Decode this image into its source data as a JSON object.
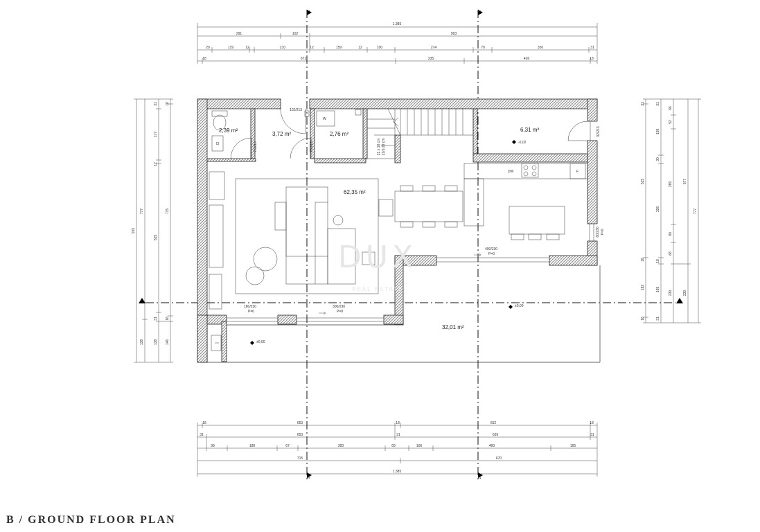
{
  "caption": "B / GROUND FLOOR PLAN",
  "watermark": {
    "main": "DUX",
    "sub": "REAL ESTATE"
  },
  "section_markers": {
    "a": "1",
    "b": "2"
  },
  "rooms": {
    "wc": "2,39 m²",
    "bath": "3,72 m²",
    "storage": "2,76 m²",
    "storage_letter": "W",
    "room_right": "6,31 m²",
    "living": "62,35 m²",
    "terrace": "32,01 m²"
  },
  "levels": {
    "room_right": "-0,02",
    "terrace_right": "±0,00",
    "terrace_left": "±0,00"
  },
  "openings": {
    "d1": "102/213",
    "d2": "76/213",
    "d3": "76/213",
    "d4": "92/213",
    "w_right": "60/230",
    "w_right_p": "P=0",
    "w_mid": "400/230",
    "w_mid_p": "P=0",
    "w_l1": "180/230",
    "w_l1_p": "P=0",
    "w_l2": "300/230",
    "w_l2_p": "P=0",
    "stair_a": "21 x 18 cm",
    "stair_b": "21/b 28 cm",
    "dw": "DW",
    "fridge": "F"
  },
  "top_dims": {
    "r1": [
      "1.385"
    ],
    "r2": [
      "291",
      "102",
      "993"
    ],
    "r3": [
      "20",
      "129",
      "12",
      "210",
      "12",
      "159",
      "12",
      "100",
      "274",
      "70",
      "326",
      "31"
    ],
    "r4": [
      "18",
      "671",
      "235",
      "426",
      "18"
    ]
  },
  "bottom_dims": {
    "r1": [
      "18",
      "653",
      "18",
      "652",
      "18"
    ],
    "r2": [
      "31",
      "653",
      "31",
      "639",
      "31"
    ],
    "r3": [
      "99",
      "180",
      "67",
      "300",
      "69",
      "106",
      "400",
      "165"
    ],
    "r4": [
      "715",
      "670"
    ],
    "r5": [
      "1.385"
    ]
  },
  "left_dims": {
    "outer": [
      "915"
    ],
    "c2": [
      "777",
      "138"
    ],
    "c3": [
      "31",
      "177",
      "12",
      "525",
      "31",
      "138"
    ],
    "c4": [
      "18",
      "715",
      "18",
      "146"
    ]
  },
  "right_dims": {
    "c1": [
      "31",
      "515",
      "18",
      "182",
      "18"
    ],
    "c2": [
      "31",
      "159",
      "30",
      "326",
      "18",
      "169",
      "31"
    ],
    "c3": [
      "66",
      "52",
      "289",
      "80",
      "68",
      "230"
    ],
    "c4": [
      "577",
      "230"
    ],
    "c5": [
      "777"
    ]
  }
}
